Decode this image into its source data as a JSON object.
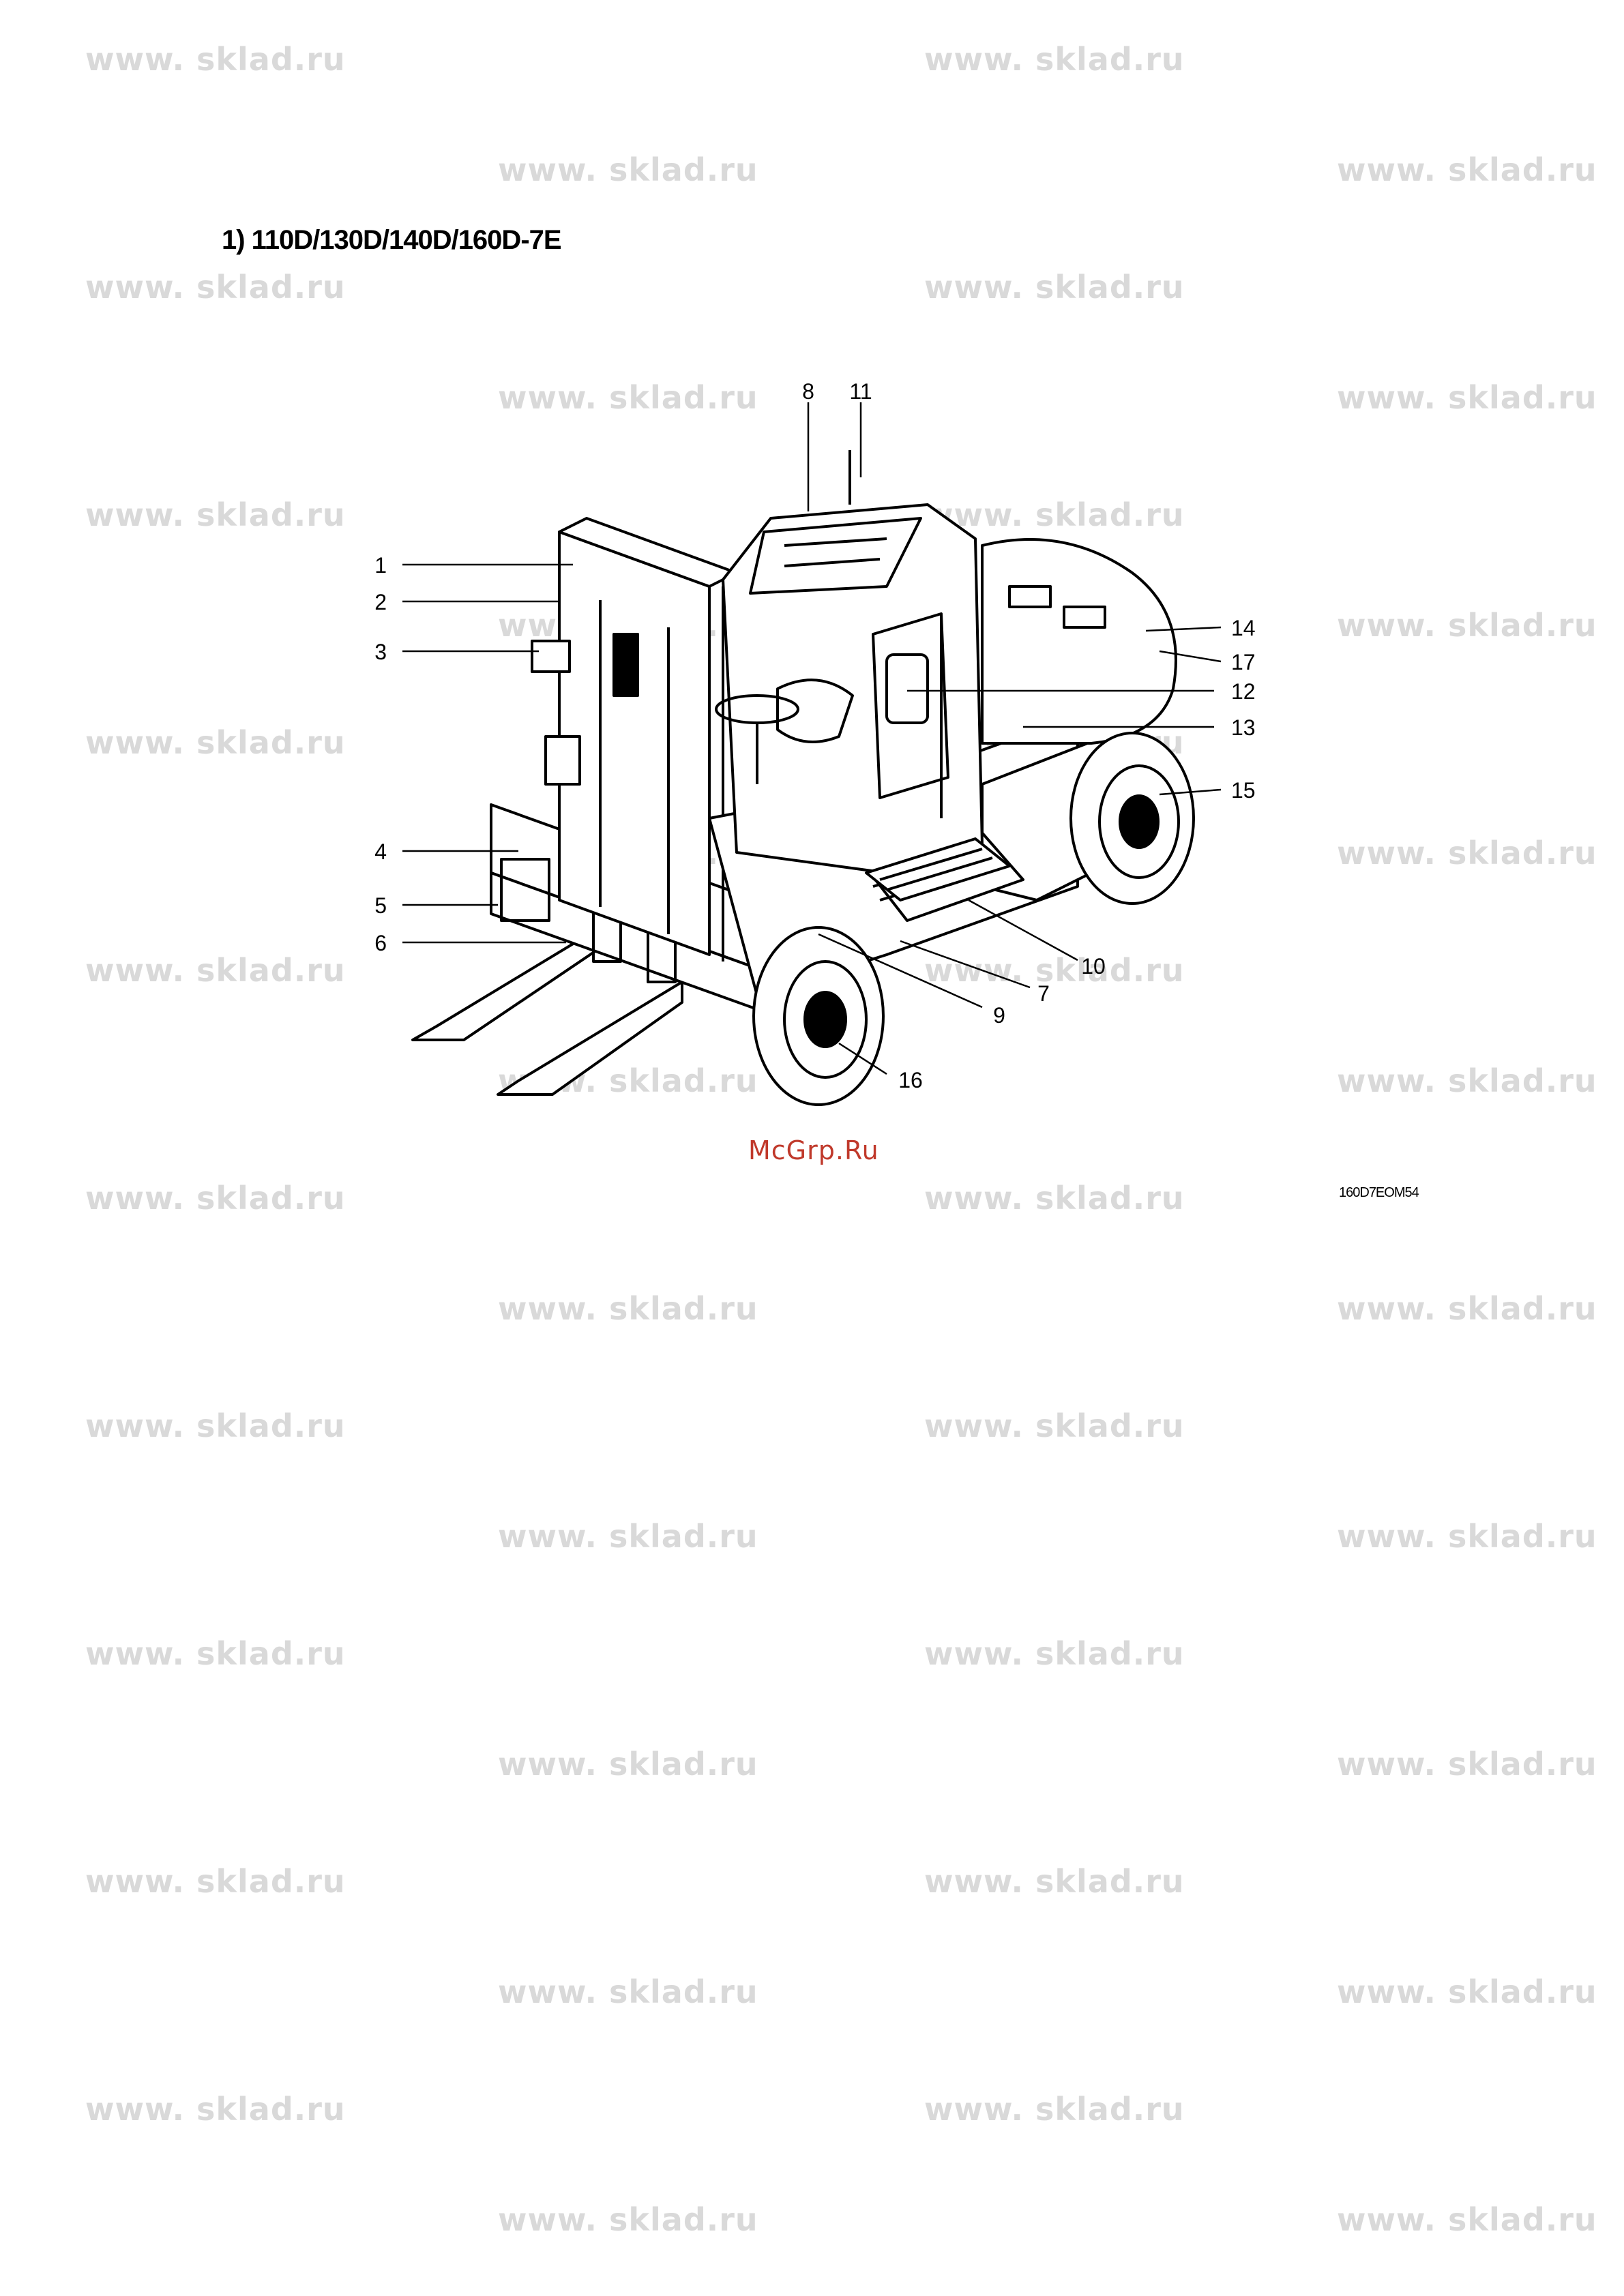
{
  "watermark_text": "www. sklad.ru",
  "title": "1) 110D/130D/140D/160D-7E",
  "callouts": [
    "1",
    "2",
    "3",
    "4",
    "5",
    "6",
    "7",
    "8",
    "9",
    "10",
    "11",
    "12",
    "13",
    "14",
    "15",
    "16",
    "17"
  ],
  "stamp": "McGrp.Ru",
  "figure_code": "160D7EOM54"
}
